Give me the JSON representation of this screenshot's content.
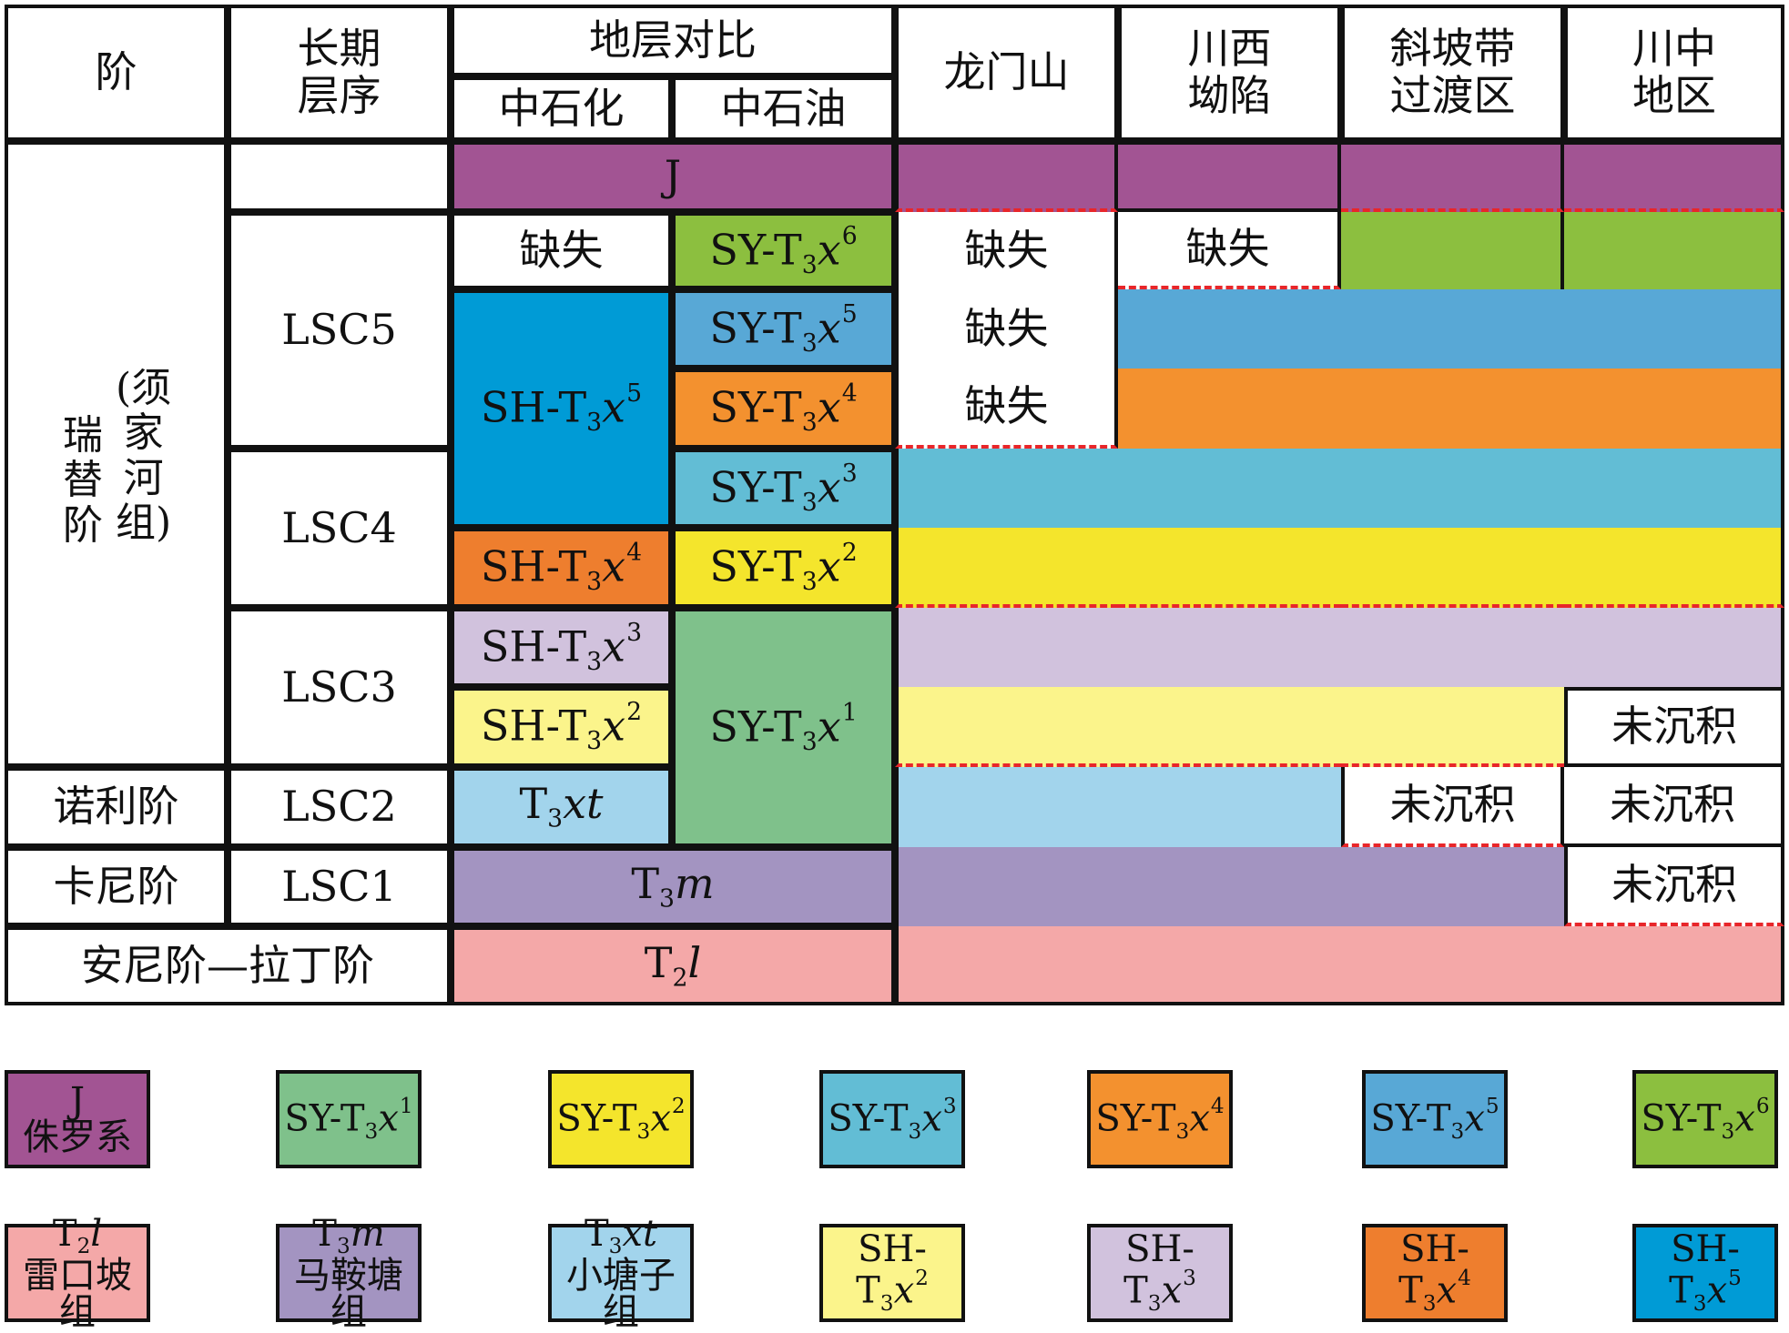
{
  "colors": {
    "J": "#a25493",
    "SYx6": "#8cbf3f",
    "SYx5": "#58a8d6",
    "SYx4": "#f3912f",
    "SYx3": "#62bdd5",
    "SYx2": "#f4e52c",
    "SYx1": "#7fc18b",
    "SHx5": "#009bd6",
    "SHx4": "#ee7e2e",
    "SHx3": "#d1c2dd",
    "SHx2": "#fbf48b",
    "Txt": "#a2d4ec",
    "Tm": "#a394c1",
    "Tl": "#f4a8a8",
    "border": "#111111",
    "hiatus_line": "#e8262a"
  },
  "header": {
    "stage": "阶",
    "sequence": "长期\n层序",
    "correlation": "地层对比",
    "sinopec": "中石化",
    "petrochina": "中石油",
    "longmenshan": "龙门山",
    "west_depression": "川西\n坳陷",
    "slope_zone": "斜坡带\n过渡区",
    "central": "川中\n地区"
  },
  "stages": {
    "rhaetian": "瑞\n替\n阶",
    "xujiahe": "(须\n家\n河\n组)",
    "norian": "诺利阶",
    "carnian": "卡尼阶",
    "anisian_ladinian": "安尼阶—拉丁阶"
  },
  "sequences": [
    "LSC5",
    "LSC4",
    "LSC3",
    "LSC2",
    "LSC1"
  ],
  "text": {
    "missing": "缺失",
    "not_deposited": "未沉积",
    "J": "J"
  },
  "labels": {
    "SYx6": {
      "pre": "SY-T",
      "sub": "3",
      "it": "x",
      "sup": "6"
    },
    "SYx5": {
      "pre": "SY-T",
      "sub": "3",
      "it": "x",
      "sup": "5"
    },
    "SYx4": {
      "pre": "SY-T",
      "sub": "3",
      "it": "x",
      "sup": "4"
    },
    "SYx3": {
      "pre": "SY-T",
      "sub": "3",
      "it": "x",
      "sup": "3"
    },
    "SYx2": {
      "pre": "SY-T",
      "sub": "3",
      "it": "x",
      "sup": "2"
    },
    "SYx1": {
      "pre": "SY-T",
      "sub": "3",
      "it": "x",
      "sup": "1"
    },
    "SHx5": {
      "pre": "SH-T",
      "sub": "3",
      "it": "x",
      "sup": "5"
    },
    "SHx4": {
      "pre": "SH-T",
      "sub": "3",
      "it": "x",
      "sup": "4"
    },
    "SHx3": {
      "pre": "SH-T",
      "sub": "3",
      "it": "x",
      "sup": "3"
    },
    "SHx2": {
      "pre": "SH-T",
      "sub": "3",
      "it": "x",
      "sup": "2"
    },
    "Txt": {
      "pre": "T",
      "sub": "3",
      "it": "xt",
      "sup": ""
    },
    "Tm": {
      "pre": "T",
      "sub": "3",
      "it": "m",
      "sup": ""
    },
    "Tl": {
      "pre": "T",
      "sub": "2",
      "it": "l",
      "sup": ""
    }
  },
  "legend_names": {
    "J": "侏罗系",
    "Tl": "雷口坡组",
    "Tm": "马鞍塘组",
    "Txt": "小塘子组"
  }
}
